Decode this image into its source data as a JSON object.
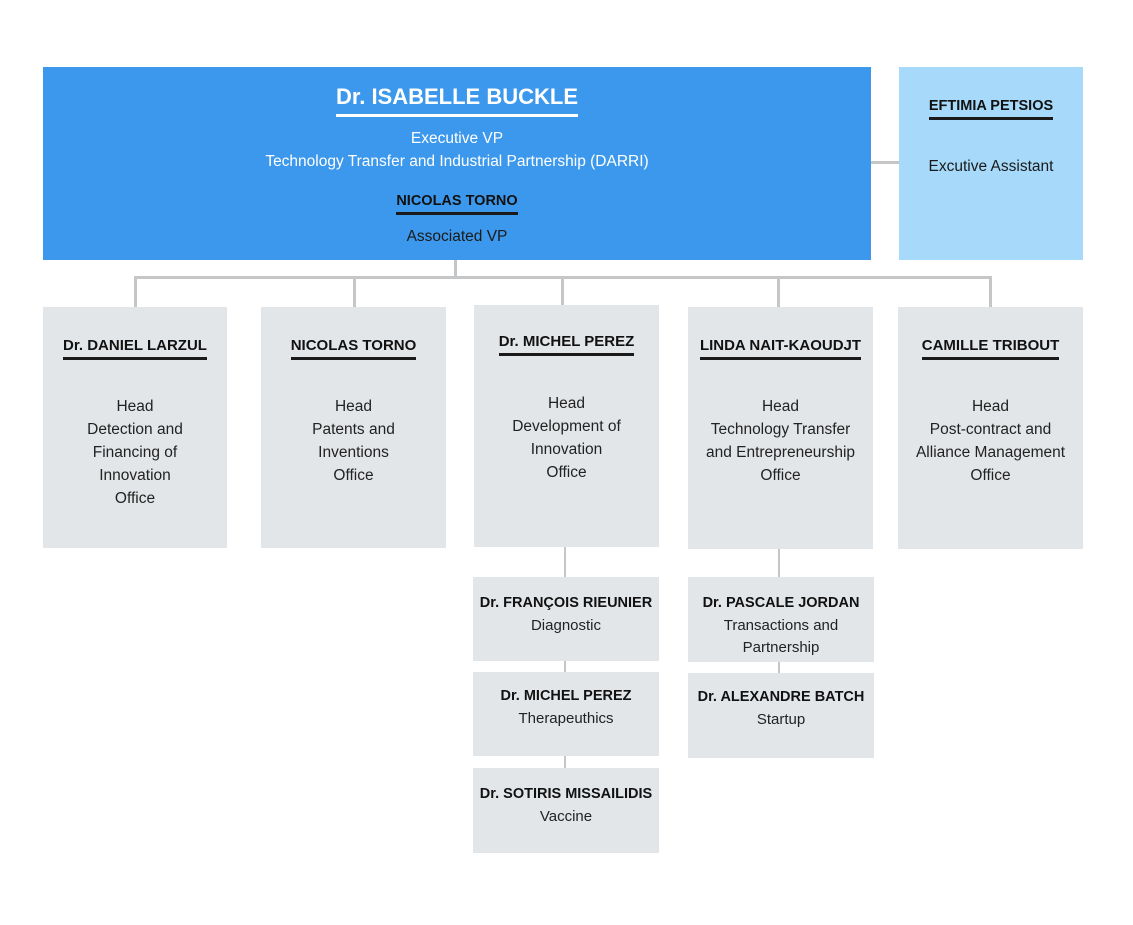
{
  "executive": {
    "name": "Dr. ISABELLE BUCKLE",
    "title_line1": "Executive VP",
    "title_line2": "Technology Transfer and Industrial Partnership (DARRI)",
    "associate_name": "NICOLAS TORNO",
    "associate_title": "Associated VP"
  },
  "assistant": {
    "name": "EFTIMIA PETSIOS",
    "title": "Excutive Assistant"
  },
  "heads": [
    {
      "name": "Dr. DANIEL LARZUL",
      "role": [
        "Head",
        "Detection and",
        "Financing of",
        "Innovation",
        "Office"
      ]
    },
    {
      "name": "NICOLAS TORNO",
      "role": [
        "Head",
        "Patents and",
        "Inventions",
        "Office"
      ]
    },
    {
      "name": "Dr. MICHEL PEREZ",
      "role": [
        "Head",
        "Development of",
        "Innovation",
        "Office"
      ]
    },
    {
      "name": "LINDA NAIT-KAOUDJT",
      "role": [
        "Head",
        "Technology Transfer",
        "and Entrepreneurship",
        "Office"
      ]
    },
    {
      "name": "CAMILLE TRIBOUT",
      "role": [
        "Head",
        "Post-contract and",
        "Alliance Management",
        "Office"
      ]
    }
  ],
  "development_team": [
    {
      "name": "Dr. FRANÇOIS RIEUNIER",
      "role": [
        "Diagnostic"
      ]
    },
    {
      "name": "Dr. MICHEL PEREZ",
      "role": [
        "Therapeuthics"
      ]
    },
    {
      "name": "Dr. SOTIRIS MISSAILIDIS",
      "role": [
        "Vaccine"
      ]
    }
  ],
  "transfer_team": [
    {
      "name": "Dr. PASCALE JORDAN",
      "role": [
        "Transactions and",
        "Partnership"
      ]
    },
    {
      "name": "Dr. ALEXANDRE BATCH",
      "role": [
        "Startup"
      ]
    }
  ],
  "colors": {
    "executive_box": "#3c98ec",
    "assistant_box": "#a6d9fa",
    "card": "#e3e6e9",
    "connector": "#c4c6c8"
  }
}
